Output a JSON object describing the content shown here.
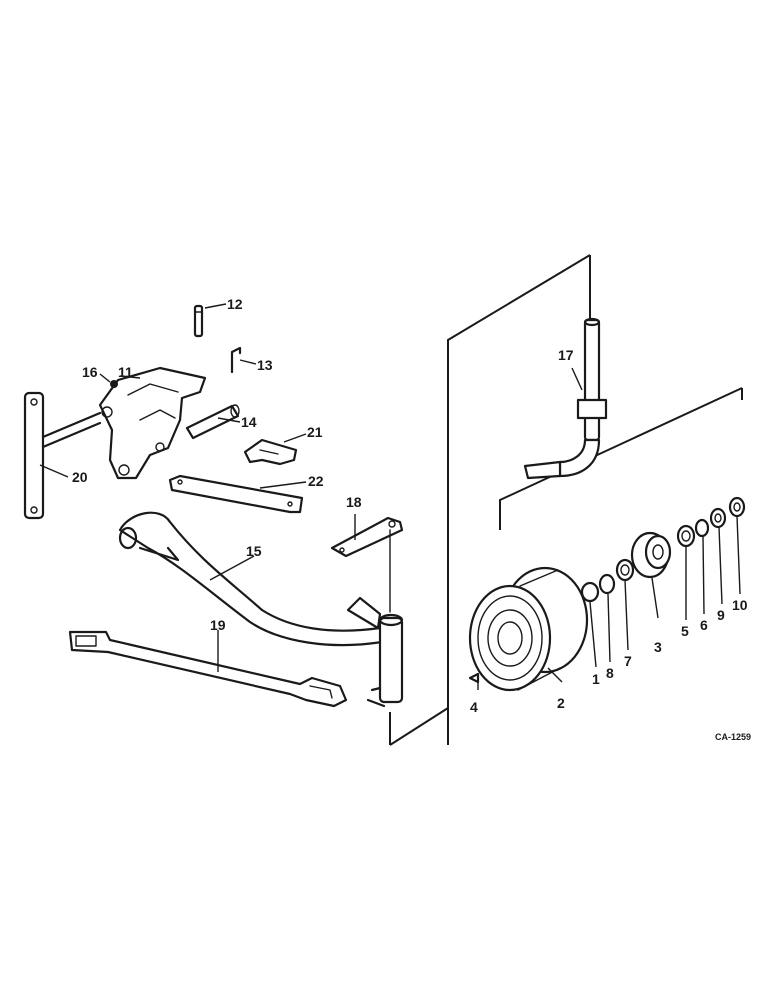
{
  "figure_code": "CA-1259",
  "callouts": [
    "1",
    "2",
    "3",
    "4",
    "5",
    "6",
    "7",
    "8",
    "9",
    "10",
    "11",
    "12",
    "13",
    "14",
    "15",
    "16",
    "17",
    "18",
    "19",
    "20",
    "21",
    "22"
  ]
}
